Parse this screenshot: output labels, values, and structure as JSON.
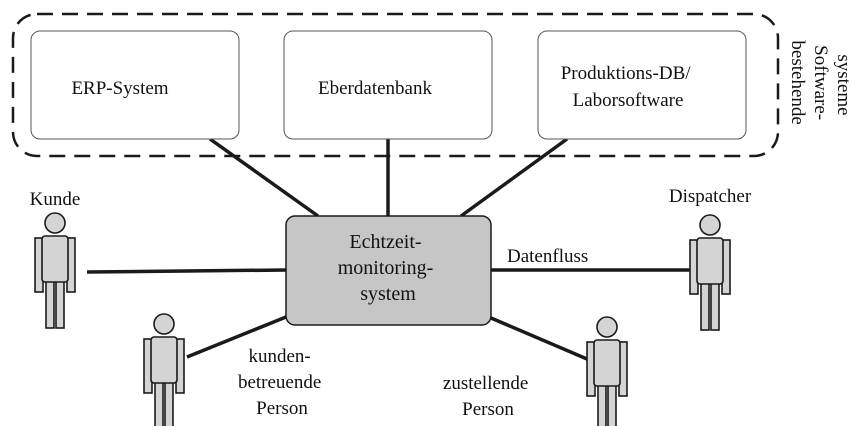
{
  "systems": [
    {
      "lines": [
        "ERP-System"
      ]
    },
    {
      "lines": [
        "Eberdatenbank"
      ]
    },
    {
      "lines": [
        "Produktions-DB/",
        "Laborsoftware"
      ]
    }
  ],
  "group_label": [
    "bestehende",
    "Software-",
    "systeme"
  ],
  "center": {
    "lines": [
      "Echtzeit-",
      "monitoring-",
      "system"
    ]
  },
  "actors": {
    "kunde": {
      "lines": [
        "Kunde"
      ]
    },
    "dispatcher": {
      "lines": [
        "Dispatcher"
      ]
    },
    "kundenbetreuende": {
      "lines": [
        "kunden-",
        "betreuende",
        "Person"
      ]
    },
    "zustellende": {
      "lines": [
        "zustellende",
        "Person"
      ]
    }
  },
  "flow_label": "Datenfluss",
  "colors": {
    "center_fill": "#c6c6c6",
    "person_fill": "#d4d4d4",
    "stroke": "#1a1a1a"
  }
}
